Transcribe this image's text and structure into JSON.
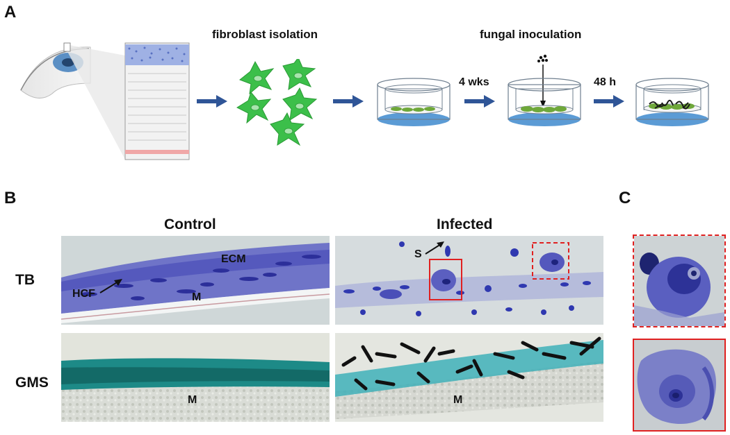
{
  "panels": {
    "a": {
      "letter": "A",
      "step1": "fibroblast isolation",
      "step2": "fungal inoculation",
      "time1": "4 wks",
      "time2": "48 h"
    },
    "b": {
      "letter": "B",
      "col_control": "Control",
      "col_infected": "Infected",
      "row_tb": "TB",
      "row_gms": "GMS",
      "tb_control_labels": {
        "ecm": "ECM",
        "hcf": "HCF",
        "m": "M"
      },
      "tb_infected_labels": {
        "s": "S"
      },
      "gms_control_labels": {
        "m": "M"
      },
      "gms_infected_labels": {
        "m": "M"
      }
    },
    "c": {
      "letter": "C"
    }
  },
  "colors": {
    "arrow": "#2f5597",
    "cell_green": "#3cbf4a",
    "dish_blue": "#5b9bd5",
    "tb_stain": "#3a3fb0",
    "gms_stain": "#1f8a8a",
    "highlight_red": "#e02020"
  }
}
